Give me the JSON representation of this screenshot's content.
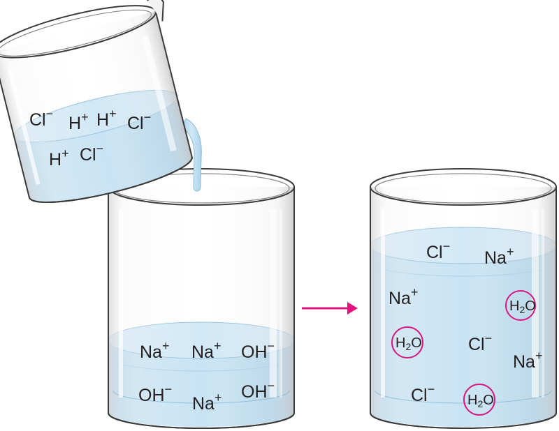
{
  "colors": {
    "liquid": "#bcdcef",
    "liquid_surface": "#cfe6f4",
    "glass_outline": "#3a3a3a",
    "arrow": "#e0157a",
    "water_ring": "#d6197f"
  },
  "icons": {
    "arrow": "right-arrow-icon"
  },
  "pouring_beaker": {
    "ions": [
      {
        "base": "Cl",
        "charge": "−"
      },
      {
        "base": "H",
        "charge": "+"
      },
      {
        "base": "H",
        "charge": "+"
      },
      {
        "base": "Cl",
        "charge": "−"
      },
      {
        "base": "H",
        "charge": "+"
      },
      {
        "base": "Cl",
        "charge": "−"
      }
    ]
  },
  "base_beaker": {
    "ions": [
      {
        "base": "Na",
        "charge": "+"
      },
      {
        "base": "Na",
        "charge": "+"
      },
      {
        "base": "OH",
        "charge": "−"
      },
      {
        "base": "OH",
        "charge": "−"
      },
      {
        "base": "Na",
        "charge": "+"
      },
      {
        "base": "OH",
        "charge": "−"
      }
    ]
  },
  "result_beaker": {
    "ions": [
      {
        "base": "Cl",
        "charge": "−"
      },
      {
        "base": "Na",
        "charge": "+"
      },
      {
        "base": "Na",
        "charge": "+"
      },
      {
        "base": "Cl",
        "charge": "−"
      },
      {
        "base": "Na",
        "charge": "+"
      },
      {
        "base": "Cl",
        "charge": "−"
      }
    ],
    "water_molecules": [
      {
        "h": "H",
        "sub": "2",
        "o": "O"
      },
      {
        "h": "H",
        "sub": "2",
        "o": "O"
      },
      {
        "h": "H",
        "sub": "2",
        "o": "O"
      }
    ]
  }
}
